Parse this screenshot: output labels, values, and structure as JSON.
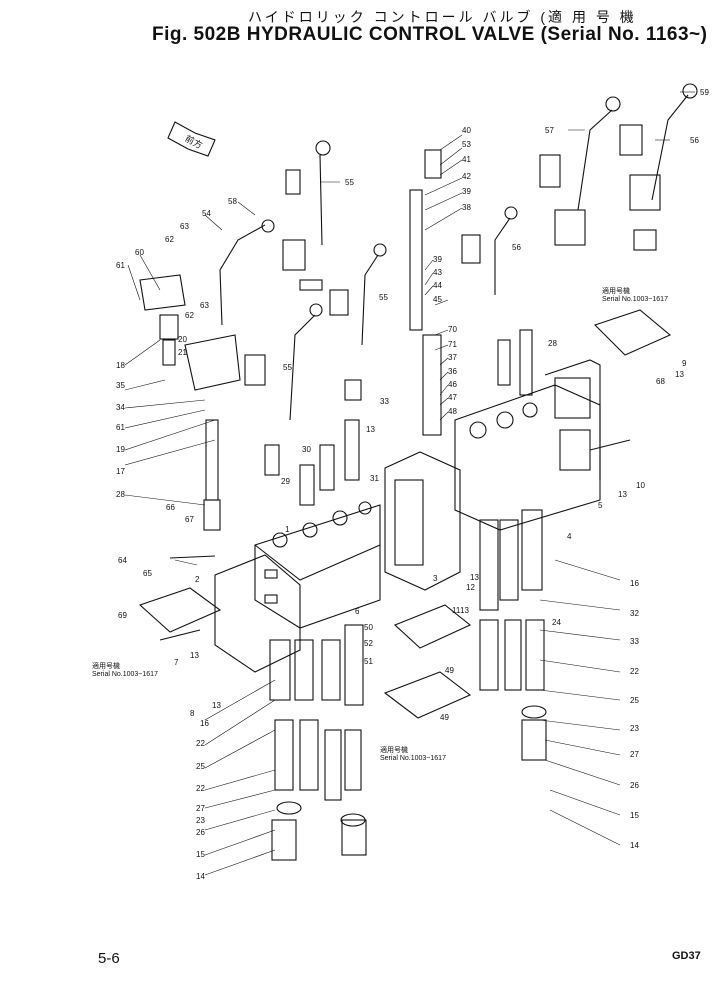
{
  "title_jp": "ハイドロリック コントロール バルブ (適 用 号 機",
  "title_en": "Fig. 502B  HYDRAULIC CONTROL VALVE (Serial No. 1163~)",
  "page_number": "5-6",
  "doc_code": "GD37",
  "direction_label": "前方",
  "notes": [
    {
      "jp": "適用号機",
      "en": "Serial No.1003~1617"
    },
    {
      "jp": "適用号機",
      "en": "Serial No.1003~1617"
    },
    {
      "jp": "適用号機",
      "en": "Serial No.1003~1617"
    }
  ],
  "part_labels": [
    "40",
    "53",
    "41",
    "42",
    "39",
    "38",
    "39",
    "43",
    "44",
    "45",
    "70",
    "71",
    "37",
    "36",
    "46",
    "47",
    "48",
    "59",
    "57",
    "56",
    "55",
    "58",
    "54",
    "63",
    "62",
    "60",
    "61",
    "62",
    "63",
    "20",
    "21",
    "18",
    "35",
    "34",
    "61",
    "19",
    "17",
    "28",
    "66",
    "67",
    "64",
    "65",
    "69",
    "8",
    "16",
    "22",
    "25",
    "22",
    "27",
    "23",
    "26",
    "15",
    "14",
    "55",
    "56",
    "55",
    "33",
    "13",
    "30",
    "29",
    "31",
    "50",
    "52",
    "51",
    "49",
    "49",
    "3",
    "11",
    "13",
    "28",
    "68",
    "13",
    "9",
    "10",
    "13",
    "5",
    "4",
    "16",
    "32",
    "24",
    "33",
    "22",
    "25",
    "23",
    "27",
    "26",
    "15",
    "14",
    "1",
    "2",
    "6",
    "13",
    "13",
    "7",
    "13",
    "12"
  ]
}
